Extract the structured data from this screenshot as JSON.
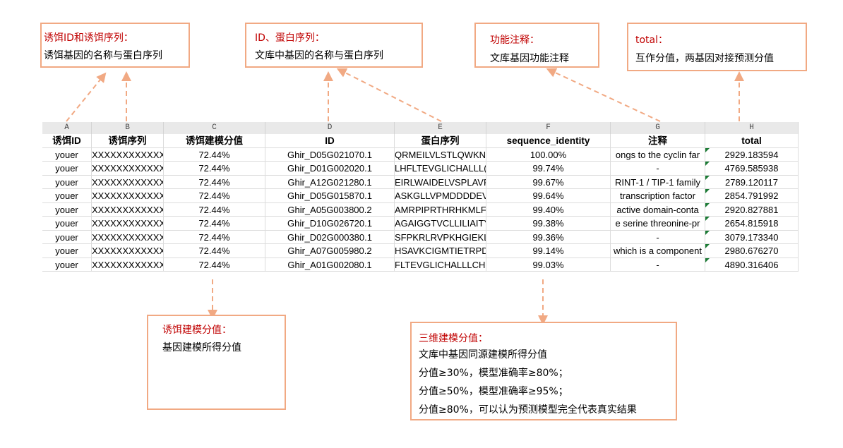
{
  "annotations": {
    "bait_id": {
      "title": "诱饵ID和诱饵序列：",
      "text": "诱饵基因的名称与蛋白序列"
    },
    "library_id": {
      "title": "ID、蛋白序列：",
      "text": "文库中基因的名称与蛋白序列"
    },
    "function": {
      "title": "功能注释：",
      "text": "文库基因功能注释"
    },
    "total": {
      "title": "total：",
      "text": "互作分值，两基因对接预测分值"
    },
    "bait_model": {
      "title": "诱饵建模分值：",
      "text": "基因建模所得分值"
    },
    "three_d": {
      "title": "三维建模分值：",
      "lines": [
        "文库中基因同源建模所得分值",
        "分值≥30%，模型准确率≥80%；",
        "分值≥50%，模型准确率≥95%；",
        "分值≥80%，可以认为预测模型完全代表真实结果"
      ]
    }
  },
  "sheet": {
    "column_letters": [
      "A",
      "B",
      "C",
      "D",
      "E",
      "F",
      "G",
      "H"
    ],
    "headers": [
      "诱饵ID",
      "诱饵序列",
      "诱饵建模分值",
      "ID",
      "蛋白序列",
      "sequence_identity",
      "注释",
      "total"
    ],
    "rows": [
      [
        "youer",
        "XXXXXXXXXXXX",
        "72.44%",
        "Ghir_D05G021070.1",
        "QRMEILVLSTLQWKN",
        "100.00%",
        "ongs to the cyclin far",
        "2929.183594"
      ],
      [
        "youer",
        "XXXXXXXXXXXX",
        "72.44%",
        "Ghir_D01G002020.1",
        "LHFLTEVGLICHALLL(",
        "99.74%",
        "-",
        "4769.585938"
      ],
      [
        "youer",
        "XXXXXXXXXXXX",
        "72.44%",
        "Ghir_A12G021280.1",
        "EIRLWAIDELVSPLAVF",
        "99.67%",
        "RINT-1 / TIP-1 family",
        "2789.120117"
      ],
      [
        "youer",
        "XXXXXXXXXXXX",
        "72.44%",
        "Ghir_D05G015870.1",
        "ASKGLLVPMDDDDEV",
        "99.64%",
        "transcription factor",
        "2854.791992"
      ],
      [
        "youer",
        "XXXXXXXXXXXX",
        "72.44%",
        "Ghir_A05G003800.2",
        "AMRPIPRTHRHKMLF",
        "99.40%",
        "active domain-conta",
        "2920.827881"
      ],
      [
        "youer",
        "XXXXXXXXXXXX",
        "72.44%",
        "Ghir_D10G026720.1",
        "AGAIGGTVCLLILIAITY",
        "99.38%",
        "e serine threonine-pr",
        "2654.815918"
      ],
      [
        "youer",
        "XXXXXXXXXXXX",
        "72.44%",
        "Ghir_D02G000380.1",
        "SFPKRLRVPKHGIEKLN",
        "99.36%",
        "-",
        "3079.173340"
      ],
      [
        "youer",
        "XXXXXXXXXXXX",
        "72.44%",
        "Ghir_A07G005980.2",
        "HSAVKCIGMTIETRPD",
        "99.14%",
        "which is a component",
        "2980.676270"
      ],
      [
        "youer",
        "XXXXXXXXXXXX",
        "72.44%",
        "Ghir_A01G002080.1",
        "FLTEVGLICHALLLCHI",
        "99.03%",
        "-",
        "4890.316406"
      ]
    ]
  },
  "colors": {
    "annotation_border": "#f1a983",
    "title_red": "#c00000",
    "connector": "#f1a983",
    "comment_marker": "#1a7a34"
  }
}
